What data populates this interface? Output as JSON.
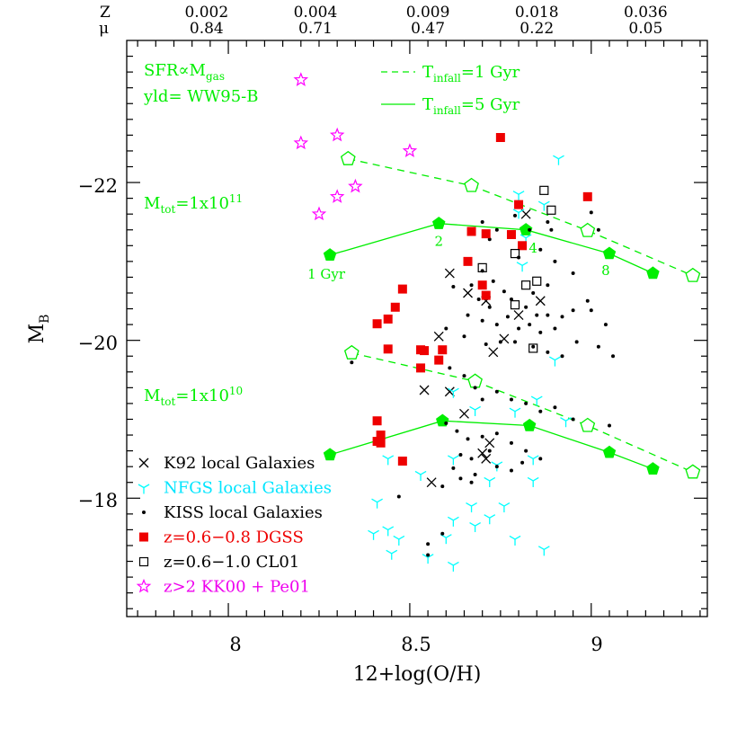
{
  "chart_data": {
    "type": "scatter",
    "xlabel": "12+log(O/H)",
    "ylabel": "M",
    "ylabel_sub": "B",
    "xlim": [
      7.72,
      9.32
    ],
    "ylim": [
      -16.5,
      -23.8
    ],
    "x_ticks": [
      8,
      8.5,
      9
    ],
    "x_tick_labels": [
      "8",
      "8.5",
      "9"
    ],
    "y_ticks": [
      -22,
      -20,
      -18
    ],
    "y_tick_labels": [
      "−22",
      "−20",
      "−18"
    ],
    "top_axis": {
      "row1_label": "Z",
      "row2_label": "μ",
      "ticks": [
        {
          "x": 7.94,
          "z": "0.002",
          "mu": "0.84"
        },
        {
          "x": 8.24,
          "z": "0.004",
          "mu": "0.71"
        },
        {
          "x": 8.55,
          "z": "0.009",
          "mu": "0.47"
        },
        {
          "x": 8.85,
          "z": "0.018",
          "mu": "0.22"
        },
        {
          "x": 9.15,
          "z": "0.036",
          "mu": "0.05"
        }
      ]
    },
    "annotations": {
      "sfr": {
        "main": "SFR∝M",
        "sub": "gas"
      },
      "yld": "yld= WW95-B",
      "mtot11": {
        "main": "M",
        "sub": "tot",
        "rest": "=1x10",
        "sup": "11"
      },
      "mtot10": {
        "main": "M",
        "sub": "tot",
        "rest": "=1x10",
        "sup": "10"
      },
      "infall1": {
        "main": "T",
        "sub": "infall",
        "rest": "=1 Gyr"
      },
      "infall5": {
        "main": "T",
        "sub": "infall",
        "rest": "=5 Gyr"
      },
      "age_labels": [
        {
          "text": "1 Gyr",
          "x": 8.27,
          "y": -20.78
        },
        {
          "text": "2",
          "x": 8.58,
          "y": -21.2
        },
        {
          "text": "4",
          "x": 8.84,
          "y": -21.11
        },
        {
          "text": "8",
          "x": 9.04,
          "y": -20.83
        }
      ]
    },
    "model_curves": [
      {
        "mass": "1e11",
        "infall": "1 Gyr",
        "style": "dashed",
        "points": [
          [
            8.33,
            -22.3
          ],
          [
            8.67,
            -21.96
          ],
          [
            8.99,
            -21.39
          ],
          [
            9.28,
            -20.82
          ]
        ]
      },
      {
        "mass": "1e11",
        "infall": "5 Gyr",
        "style": "solid",
        "points": [
          [
            8.28,
            -21.08
          ],
          [
            8.58,
            -21.48
          ],
          [
            8.82,
            -21.4
          ],
          [
            9.05,
            -21.1
          ],
          [
            9.17,
            -20.85
          ]
        ]
      },
      {
        "mass": "1e10",
        "infall": "1 Gyr",
        "style": "dashed",
        "points": [
          [
            8.34,
            -19.84
          ],
          [
            8.68,
            -19.48
          ],
          [
            8.99,
            -18.92
          ],
          [
            9.28,
            -18.33
          ]
        ]
      },
      {
        "mass": "1e10",
        "infall": "5 Gyr",
        "style": "solid",
        "points": [
          [
            8.28,
            -18.55
          ],
          [
            8.59,
            -18.98
          ],
          [
            8.83,
            -18.92
          ],
          [
            9.05,
            -18.58
          ],
          [
            9.17,
            -18.37
          ]
        ]
      }
    ],
    "series": [
      {
        "name": "K92 local Galaxies",
        "marker": "cross",
        "color": "#000000",
        "points": [
          [
            8.61,
            -20.85
          ],
          [
            8.66,
            -20.6
          ],
          [
            8.71,
            -20.5
          ],
          [
            8.58,
            -20.05
          ],
          [
            8.73,
            -19.85
          ],
          [
            8.76,
            -20.02
          ],
          [
            8.8,
            -20.32
          ],
          [
            8.86,
            -20.5
          ],
          [
            8.54,
            -19.37
          ],
          [
            8.61,
            -19.35
          ],
          [
            8.65,
            -19.07
          ],
          [
            8.72,
            -18.7
          ],
          [
            8.7,
            -18.57
          ],
          [
            8.71,
            -18.5
          ],
          [
            8.56,
            -18.2
          ],
          [
            8.82,
            -21.6
          ]
        ]
      },
      {
        "name": "NFGS local Galaxies",
        "marker": "tripod",
        "color": "#00ffff",
        "points": [
          [
            8.91,
            -22.3
          ],
          [
            8.8,
            -21.85
          ],
          [
            8.87,
            -21.72
          ],
          [
            8.8,
            -21.62
          ],
          [
            8.82,
            -21.3
          ],
          [
            8.81,
            -20.95
          ],
          [
            8.9,
            -19.75
          ],
          [
            8.62,
            -19.35
          ],
          [
            8.85,
            -19.25
          ],
          [
            8.68,
            -19.12
          ],
          [
            8.79,
            -19.1
          ],
          [
            8.93,
            -18.98
          ],
          [
            8.44,
            -18.5
          ],
          [
            8.62,
            -18.5
          ],
          [
            8.84,
            -18.5
          ],
          [
            8.53,
            -18.3
          ],
          [
            8.72,
            -18.22
          ],
          [
            8.74,
            -18.42
          ],
          [
            8.84,
            -18.22
          ],
          [
            8.41,
            -17.95
          ],
          [
            8.67,
            -17.9
          ],
          [
            8.76,
            -17.9
          ],
          [
            8.62,
            -17.72
          ],
          [
            8.68,
            -17.65
          ],
          [
            8.72,
            -17.75
          ],
          [
            8.47,
            -17.48
          ],
          [
            8.6,
            -17.5
          ],
          [
            8.79,
            -17.48
          ],
          [
            8.4,
            -17.55
          ],
          [
            8.44,
            -17.6
          ],
          [
            8.45,
            -17.3
          ],
          [
            8.55,
            -17.25
          ],
          [
            8.62,
            -17.15
          ],
          [
            8.87,
            -17.35
          ]
        ]
      },
      {
        "name": "KISS local Galaxies",
        "marker": "dot",
        "color": "#000000",
        "points": [
          [
            8.72,
            -21.28
          ],
          [
            8.7,
            -20.88
          ],
          [
            8.73,
            -20.75
          ],
          [
            8.62,
            -20.68
          ],
          [
            8.67,
            -20.7
          ],
          [
            8.76,
            -20.62
          ],
          [
            8.69,
            -20.52
          ],
          [
            8.72,
            -20.42
          ],
          [
            8.78,
            -20.52
          ],
          [
            8.82,
            -20.42
          ],
          [
            8.85,
            -20.32
          ],
          [
            8.88,
            -20.32
          ],
          [
            8.92,
            -20.3
          ],
          [
            8.95,
            -20.38
          ],
          [
            8.66,
            -20.32
          ],
          [
            8.7,
            -20.25
          ],
          [
            8.74,
            -20.2
          ],
          [
            8.77,
            -20.3
          ],
          [
            8.8,
            -20.15
          ],
          [
            8.83,
            -20.2
          ],
          [
            8.86,
            -20.1
          ],
          [
            8.9,
            -20.15
          ],
          [
            8.6,
            -20.15
          ],
          [
            8.65,
            -20.05
          ],
          [
            8.71,
            -19.95
          ],
          [
            8.75,
            -19.98
          ],
          [
            8.79,
            -19.98
          ],
          [
            8.84,
            -19.92
          ],
          [
            8.88,
            -19.85
          ],
          [
            8.92,
            -19.8
          ],
          [
            8.96,
            -19.98
          ],
          [
            9.02,
            -19.92
          ],
          [
            9.06,
            -19.8
          ],
          [
            9.04,
            -20.2
          ],
          [
            9.0,
            -20.38
          ],
          [
            8.99,
            -20.5
          ],
          [
            8.88,
            -20.7
          ],
          [
            8.84,
            -20.6
          ],
          [
            8.9,
            -21.0
          ],
          [
            8.95,
            -20.85
          ],
          [
            9.0,
            -21.62
          ],
          [
            9.02,
            -21.4
          ],
          [
            8.89,
            -21.4
          ],
          [
            8.88,
            -21.5
          ],
          [
            8.86,
            -21.15
          ],
          [
            8.83,
            -21.4
          ],
          [
            8.79,
            -21.58
          ],
          [
            8.7,
            -21.5
          ],
          [
            8.74,
            -21.4
          ],
          [
            8.8,
            -21.05
          ],
          [
            8.34,
            -19.72
          ],
          [
            8.61,
            -19.65
          ],
          [
            8.65,
            -19.55
          ],
          [
            8.68,
            -19.4
          ],
          [
            8.7,
            -19.25
          ],
          [
            8.74,
            -19.35
          ],
          [
            8.78,
            -19.25
          ],
          [
            8.82,
            -19.2
          ],
          [
            8.86,
            -19.1
          ],
          [
            8.9,
            -19.15
          ],
          [
            8.95,
            -19.0
          ],
          [
            9.05,
            -18.92
          ],
          [
            8.6,
            -18.95
          ],
          [
            8.63,
            -18.85
          ],
          [
            8.66,
            -18.75
          ],
          [
            8.7,
            -18.78
          ],
          [
            8.74,
            -18.82
          ],
          [
            8.78,
            -18.7
          ],
          [
            8.82,
            -18.6
          ],
          [
            8.86,
            -18.5
          ],
          [
            8.72,
            -18.6
          ],
          [
            8.67,
            -18.5
          ],
          [
            8.64,
            -18.55
          ],
          [
            8.62,
            -18.38
          ],
          [
            8.68,
            -18.3
          ],
          [
            8.74,
            -18.4
          ],
          [
            8.78,
            -18.35
          ],
          [
            8.81,
            -18.45
          ],
          [
            8.59,
            -18.15
          ],
          [
            8.67,
            -18.2
          ],
          [
            8.47,
            -18.02
          ],
          [
            8.55,
            -17.42
          ],
          [
            8.55,
            -17.28
          ],
          [
            8.59,
            -17.55
          ],
          [
            8.64,
            -18.25
          ]
        ]
      },
      {
        "name": "z=0.6−0.8 DGSS",
        "marker": "filled-square",
        "color": "#ee0000",
        "points": [
          [
            8.75,
            -22.57
          ],
          [
            8.99,
            -21.82
          ],
          [
            8.8,
            -21.72
          ],
          [
            8.67,
            -21.38
          ],
          [
            8.71,
            -21.35
          ],
          [
            8.78,
            -21.34
          ],
          [
            8.81,
            -21.2
          ],
          [
            8.66,
            -21.0
          ],
          [
            8.7,
            -20.7
          ],
          [
            8.71,
            -20.57
          ],
          [
            8.48,
            -20.65
          ],
          [
            8.46,
            -20.42
          ],
          [
            8.44,
            -20.27
          ],
          [
            8.41,
            -20.21
          ],
          [
            8.44,
            -19.89
          ],
          [
            8.53,
            -19.88
          ],
          [
            8.54,
            -19.87
          ],
          [
            8.59,
            -19.88
          ],
          [
            8.58,
            -19.75
          ],
          [
            8.53,
            -19.65
          ],
          [
            8.41,
            -18.98
          ],
          [
            8.42,
            -18.8
          ],
          [
            8.41,
            -18.72
          ],
          [
            8.42,
            -18.7
          ],
          [
            8.48,
            -18.47
          ]
        ]
      },
      {
        "name": "z=0.6−1.0 CL01",
        "marker": "open-square",
        "color": "#000000",
        "points": [
          [
            8.87,
            -21.9
          ],
          [
            8.89,
            -21.65
          ],
          [
            8.79,
            -21.1
          ],
          [
            8.7,
            -20.92
          ],
          [
            8.85,
            -20.75
          ],
          [
            8.82,
            -20.7
          ],
          [
            8.79,
            -20.45
          ],
          [
            8.84,
            -19.9
          ]
        ]
      },
      {
        "name": "z>2 KK00 + Pe01",
        "marker": "star",
        "color": "#ff00ff",
        "points": [
          [
            8.2,
            -23.3
          ],
          [
            8.2,
            -22.5
          ],
          [
            8.3,
            -22.6
          ],
          [
            8.5,
            -22.4
          ],
          [
            8.35,
            -21.95
          ],
          [
            8.3,
            -21.82
          ],
          [
            8.25,
            -21.6
          ]
        ]
      }
    ]
  }
}
